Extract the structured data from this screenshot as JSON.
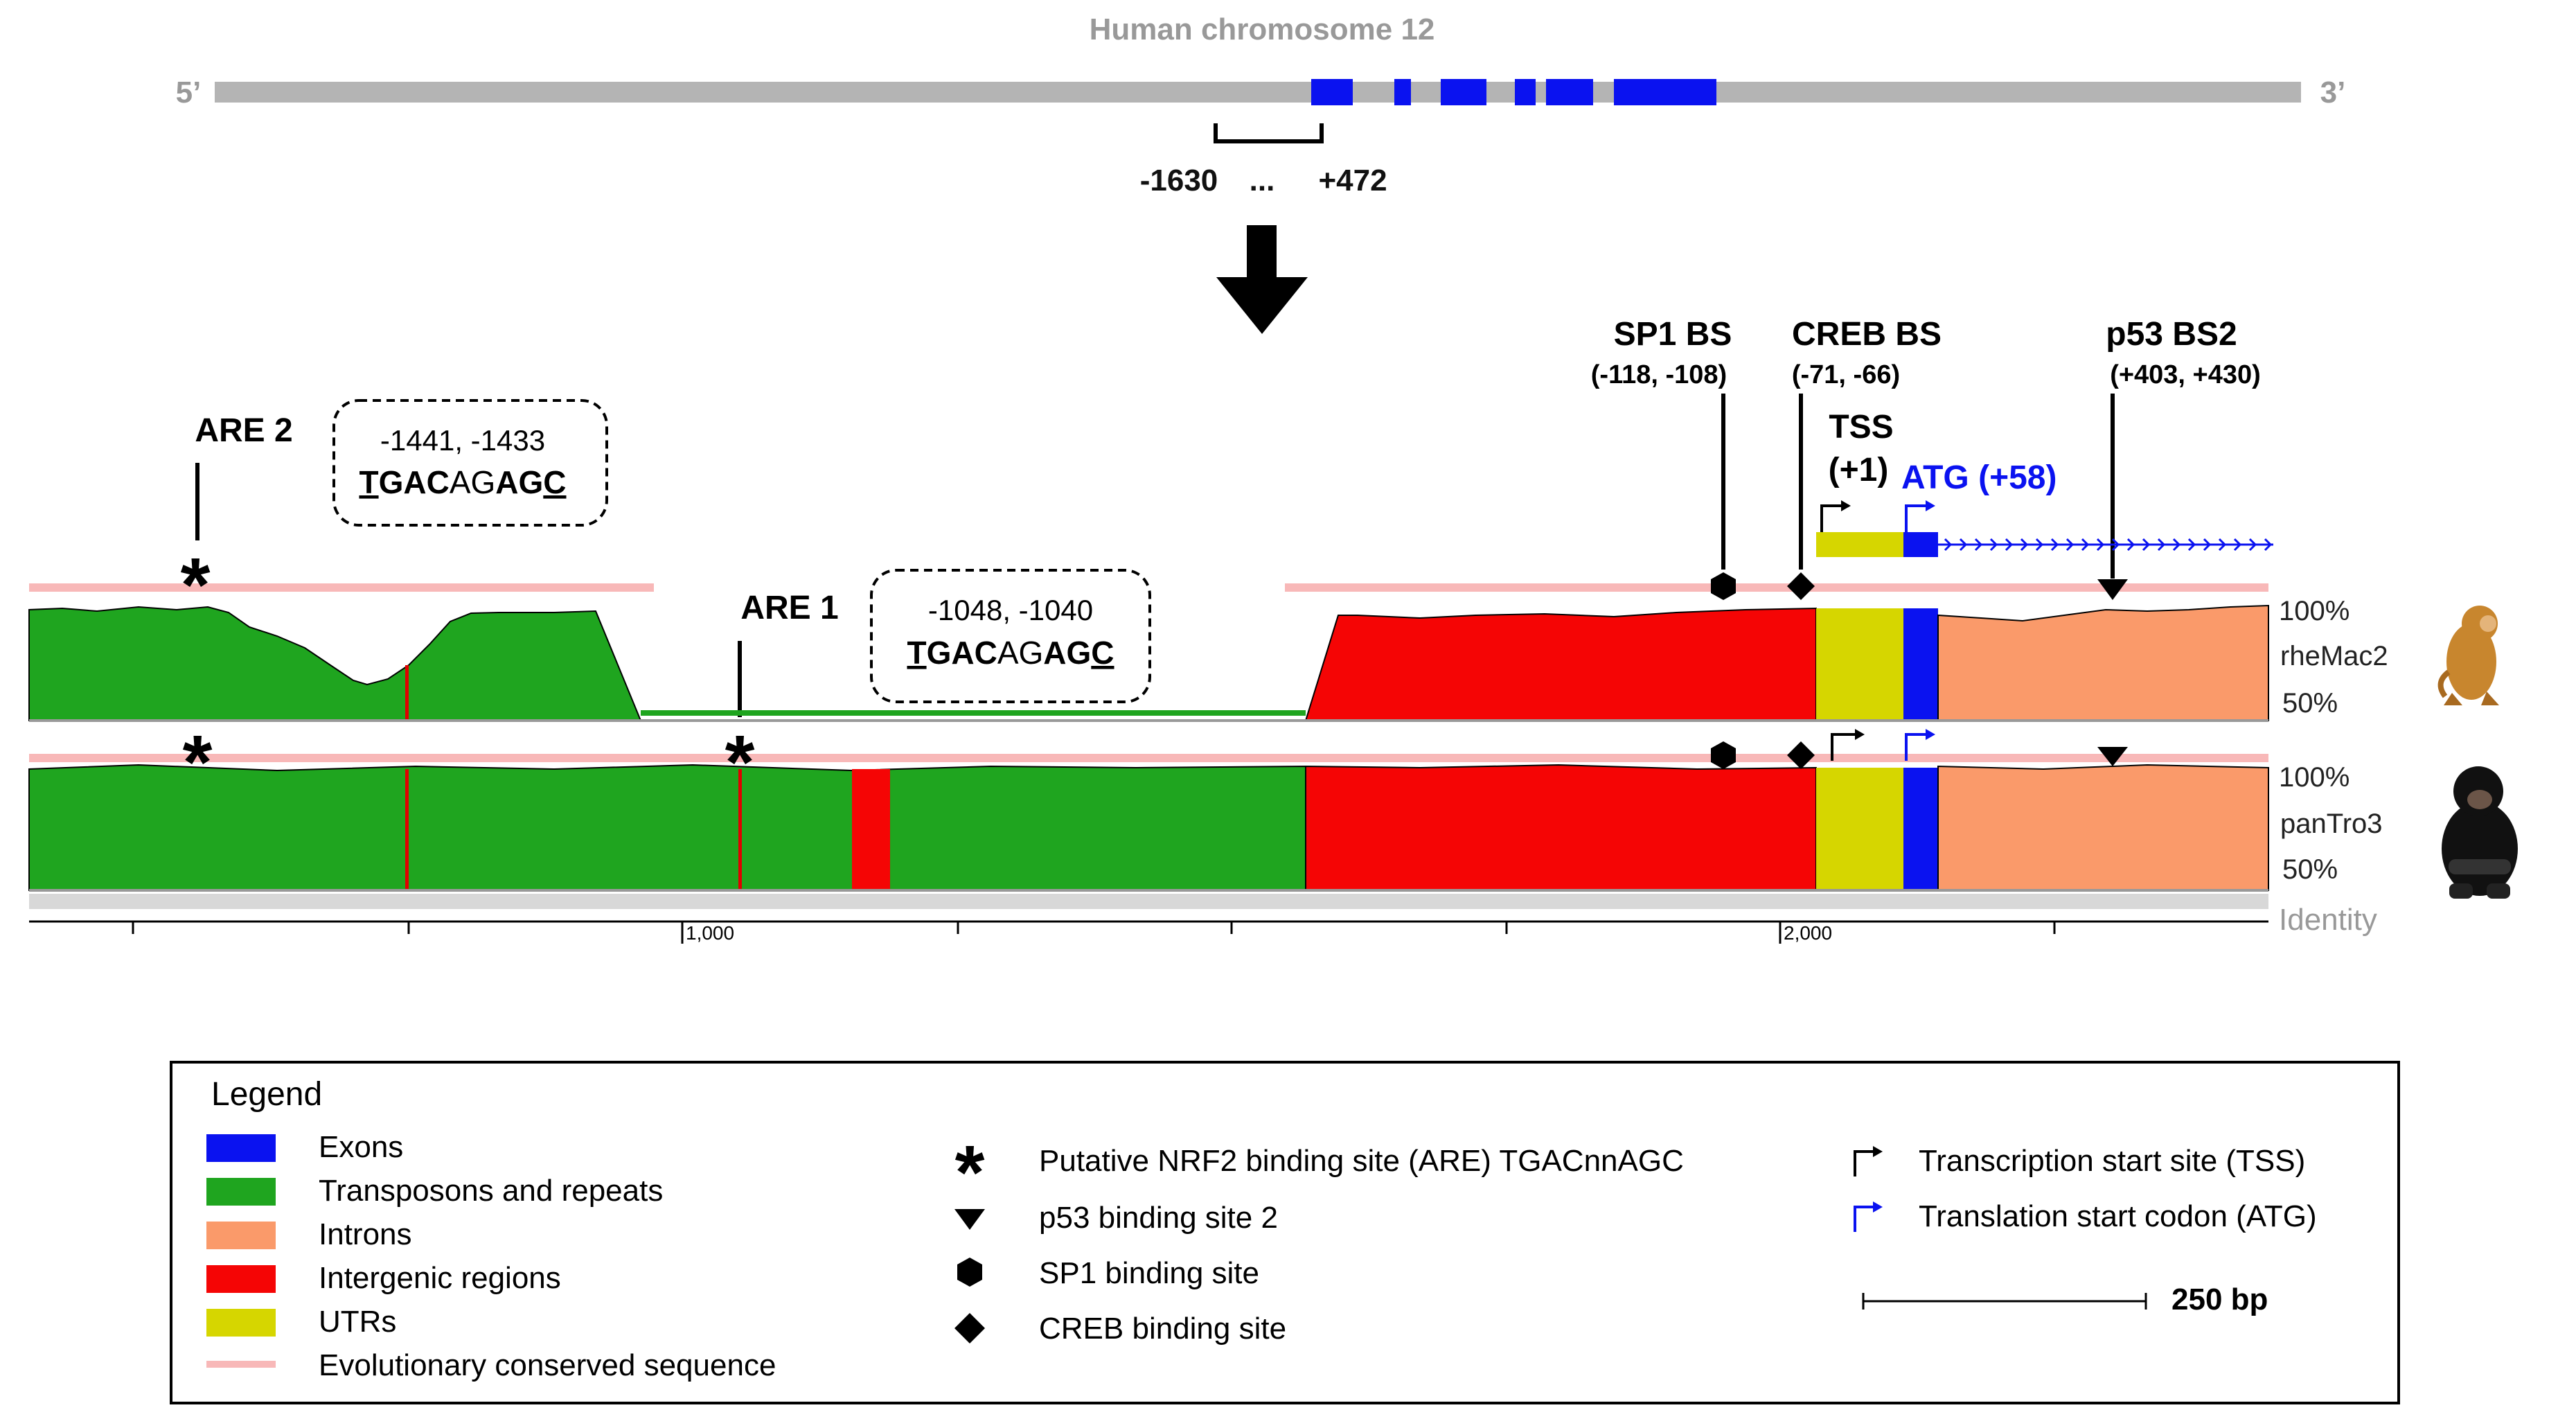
{
  "header": {
    "title": "Human chromosome 12",
    "five_prime": "5’",
    "three_prime": "3’",
    "range_start": "-1630",
    "range_dots": "...",
    "range_end": "+472"
  },
  "sites": {
    "are2": {
      "label": "ARE 2",
      "coords": "-1441, -1433",
      "seq_a": "T",
      "seq_b": "GAC",
      "seq_c": "AG",
      "seq_d": "AG",
      "seq_e": "C"
    },
    "are1": {
      "label": "ARE 1",
      "coords": "-1048, -1040",
      "seq_a": "T",
      "seq_b": "GAC",
      "seq_c": "AG",
      "seq_d": "AG",
      "seq_e": "C"
    },
    "sp1": {
      "label": "SP1 BS",
      "coords": "(-118, -108)"
    },
    "creb": {
      "label": "CREB BS",
      "coords": "(-71, -66)"
    },
    "tss": {
      "label": "TSS",
      "pos": "(+1)"
    },
    "atg": {
      "label": "ATG (+58)"
    },
    "p53": {
      "label": "p53 BS2",
      "coords": "(+403, +430)"
    }
  },
  "tracks": {
    "rhe": {
      "name": "rheMac2",
      "top": "100%",
      "bottom": "50%"
    },
    "pan": {
      "name": "panTro3",
      "top": "100%",
      "bottom": "50%"
    },
    "identity": "Identity"
  },
  "axis": {
    "tick_1000": "1,000",
    "tick_2000": "2,000"
  },
  "legend": {
    "title": "Legend",
    "exons": "Exons",
    "transposons": "Transposons and repeats",
    "introns": "Introns",
    "intergenic": "Intergenic regions",
    "utrs": "UTRs",
    "conserved": "Evolutionary conserved sequence",
    "nrf2": "Putative NRF2 binding site (ARE) TGACnnAGC",
    "p53": "p53 binding site 2",
    "sp1": "SP1 binding site",
    "creb": "CREB binding site",
    "tss": "Transcription start site (TSS)",
    "atg": "Translation start codon (ATG)",
    "scale": "250 bp"
  },
  "colors": {
    "exon": "#0a12f0",
    "transposon": "#1fa51f",
    "intron": "#fa9a6a",
    "intergenic": "#f50505",
    "utr": "#d6d600",
    "conserved": "#f8b8b8",
    "chromosome": "#b4b4b4"
  }
}
